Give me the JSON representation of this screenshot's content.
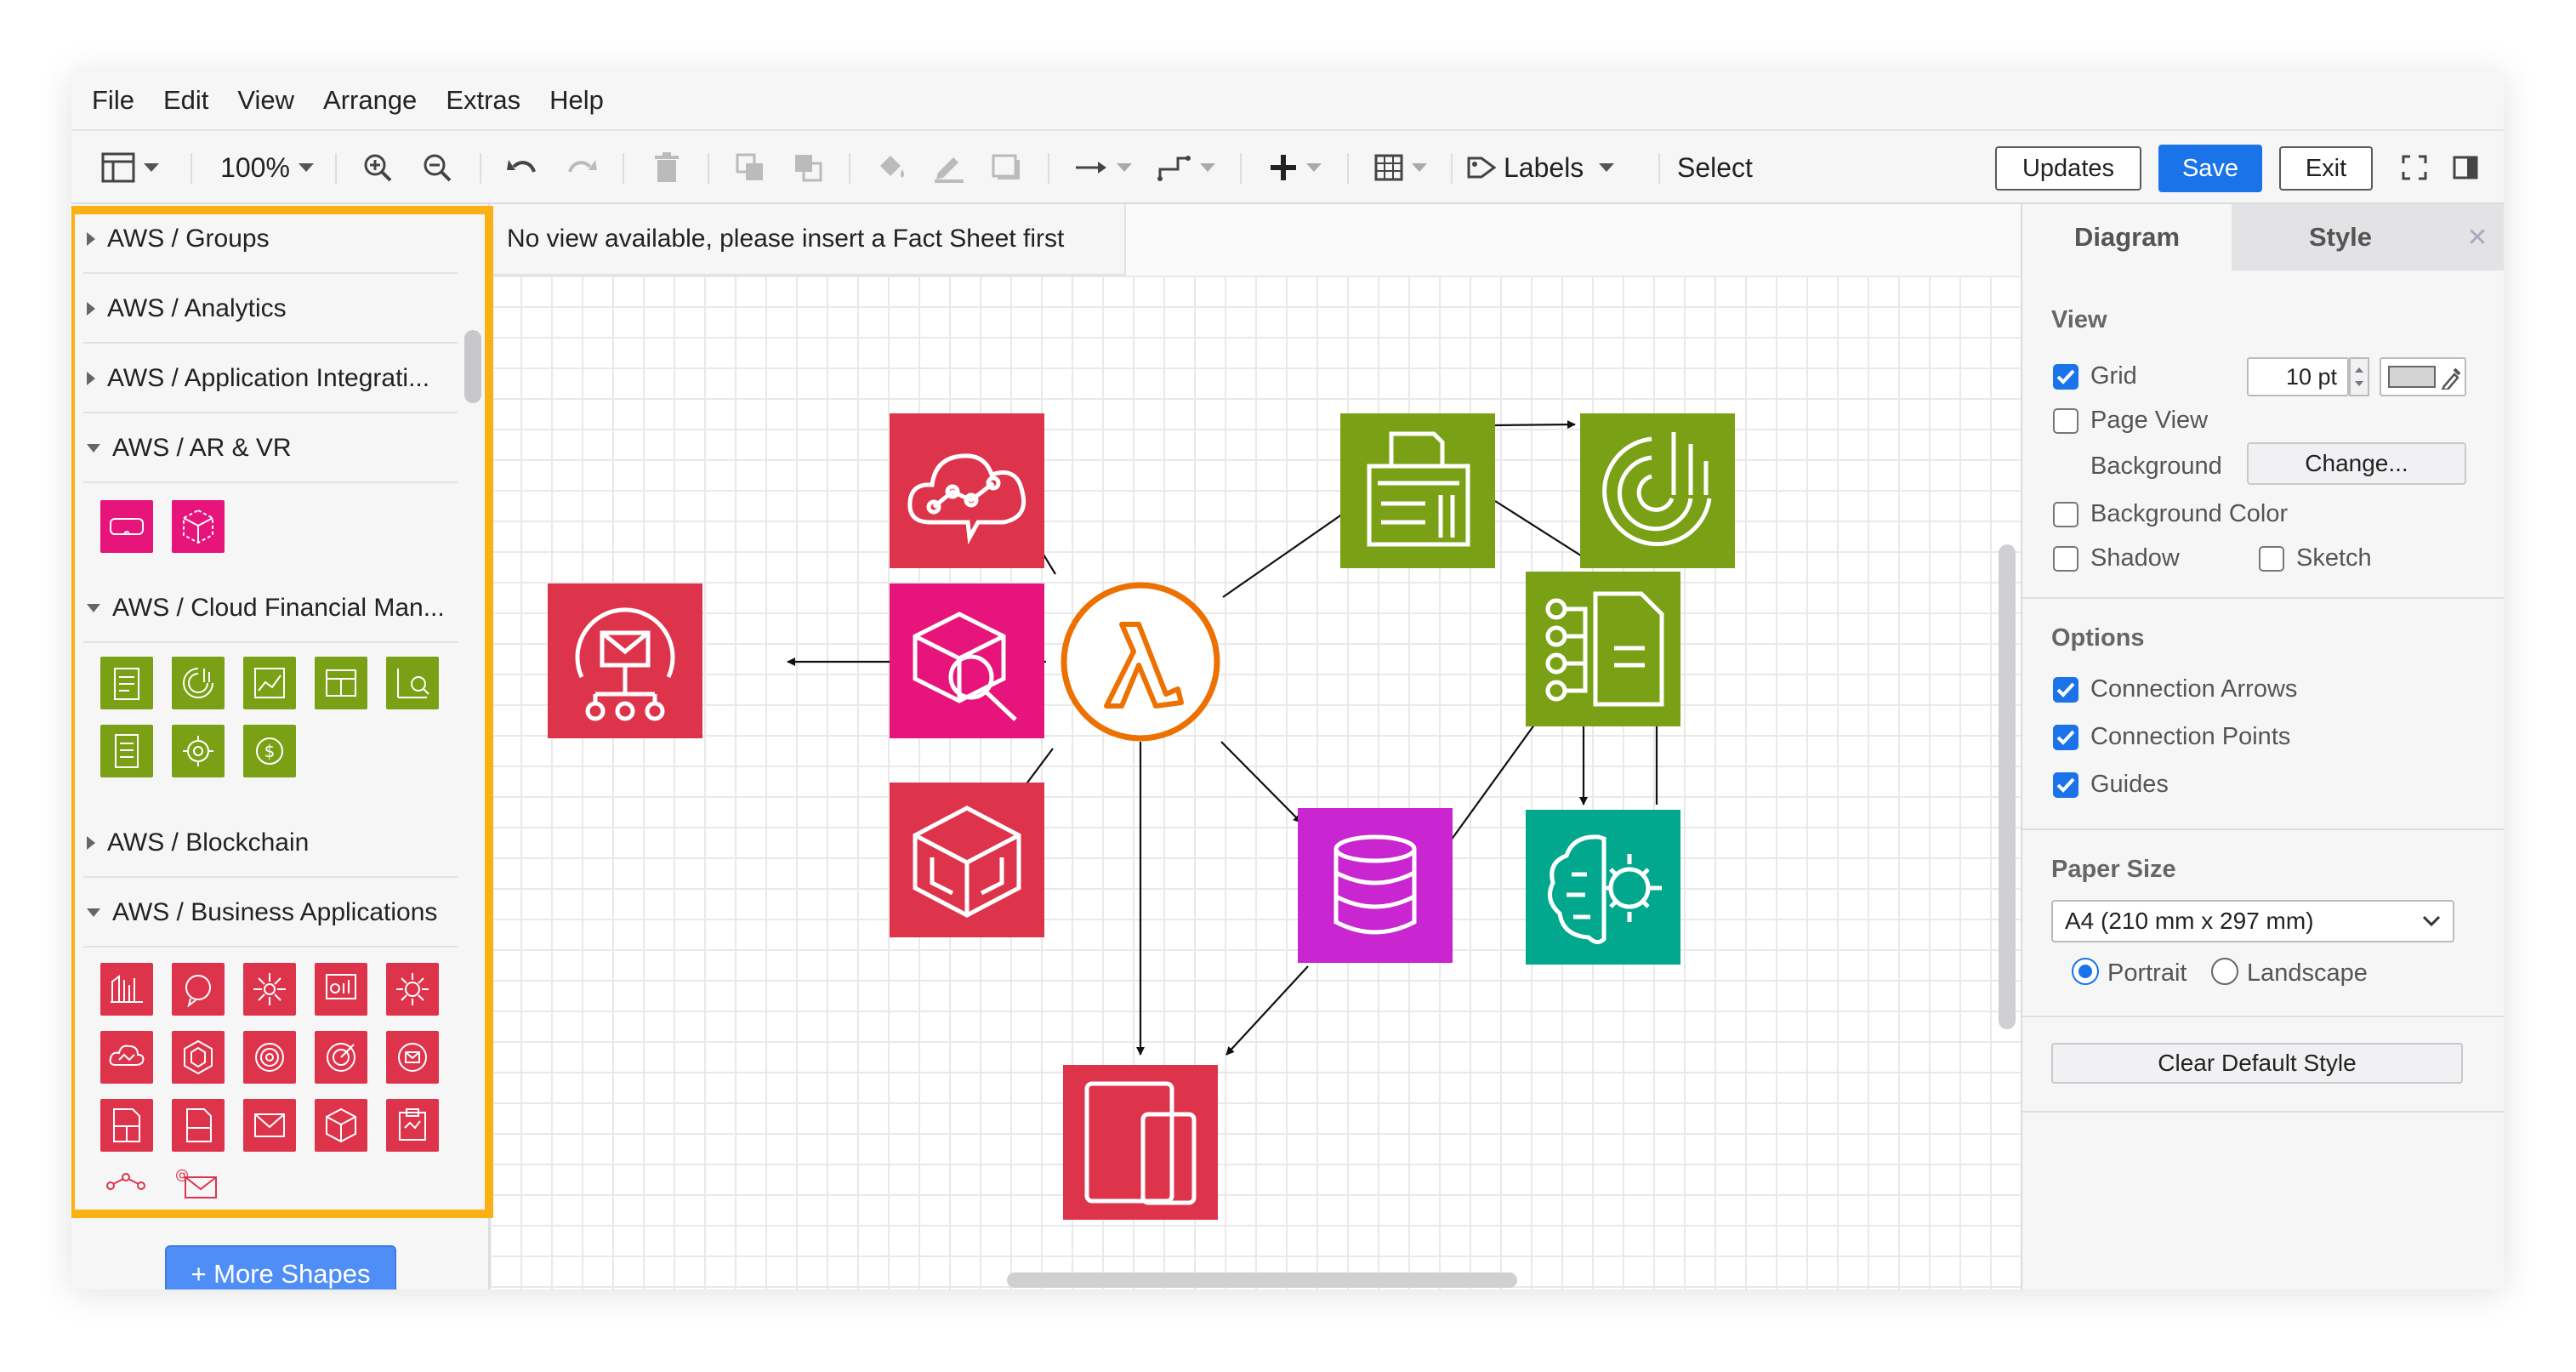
{
  "menubar": {
    "items": [
      "File",
      "Edit",
      "View",
      "Arrange",
      "Extras",
      "Help"
    ]
  },
  "toolbar": {
    "zoom": "100%",
    "labels": "Labels",
    "select": "Select",
    "updates": "Updates",
    "save": "Save",
    "exit": "Exit"
  },
  "sidebar": {
    "categories": [
      {
        "label": "AWS / Groups",
        "expanded": false
      },
      {
        "label": "AWS / Analytics",
        "expanded": false
      },
      {
        "label": "AWS / Application Integrati...",
        "expanded": false
      },
      {
        "label": "AWS / AR & VR",
        "expanded": true
      },
      {
        "label": "AWS / Cloud Financial Man...",
        "expanded": true
      },
      {
        "label": "AWS / Blockchain",
        "expanded": false
      },
      {
        "label": "AWS / Business Applications",
        "expanded": true
      }
    ],
    "more_shapes": "+ More Shapes"
  },
  "canvas": {
    "notice": "No view available, please insert a Fact Sheet first",
    "colors": {
      "red": "#dd344c",
      "pink": "#e7157b",
      "orange": "#ed7100",
      "green": "#7aa116",
      "purple": "#c925d1",
      "teal": "#01a88d",
      "highlight": "#fbb115"
    }
  },
  "right_panel": {
    "tabs": [
      "Diagram",
      "Style"
    ],
    "view_title": "View",
    "grid_label": "Grid",
    "grid_size": "10 pt",
    "page_view_label": "Page View",
    "background_label": "Background",
    "change_button": "Change...",
    "background_color_label": "Background Color",
    "shadow_label": "Shadow",
    "sketch_label": "Sketch",
    "options_title": "Options",
    "connection_arrows_label": "Connection Arrows",
    "connection_points_label": "Connection Points",
    "guides_label": "Guides",
    "paper_size_title": "Paper Size",
    "paper_size_value": "A4 (210 mm x 297 mm)",
    "portrait_label": "Portrait",
    "landscape_label": "Landscape",
    "clear_default_style": "Clear Default Style",
    "checks": {
      "grid": true,
      "page_view": false,
      "background_color": false,
      "shadow": false,
      "sketch": false,
      "connection_arrows": true,
      "connection_points": true,
      "guides": true
    },
    "orientation": "Portrait"
  }
}
